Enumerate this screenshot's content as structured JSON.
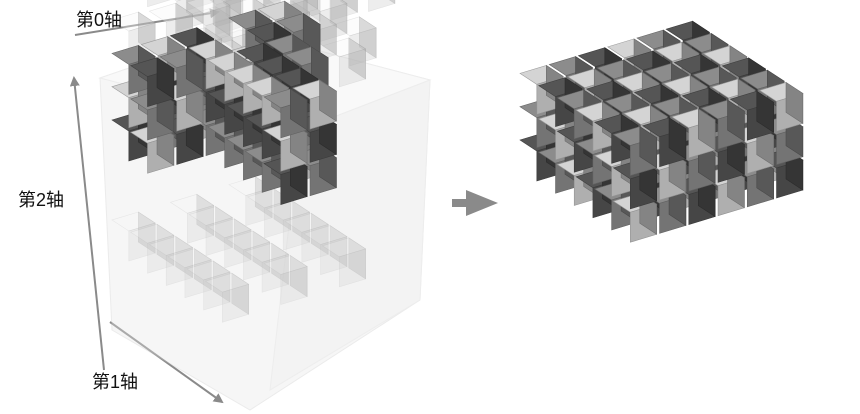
{
  "labels": {
    "axis0": "第0轴",
    "axis1": "第1轴",
    "axis2": "第2轴"
  },
  "colors": {
    "axis_arrow": "#8a8a8a",
    "transform_arrow": "#8a8a8a",
    "cube_dark": "#4a4a4a",
    "cube_mid": "#7a7a7a",
    "cube_light": "#b8b8b8",
    "cube_ghost": "#d8d8d8"
  },
  "icons": {
    "transform": "right-arrow-icon"
  }
}
